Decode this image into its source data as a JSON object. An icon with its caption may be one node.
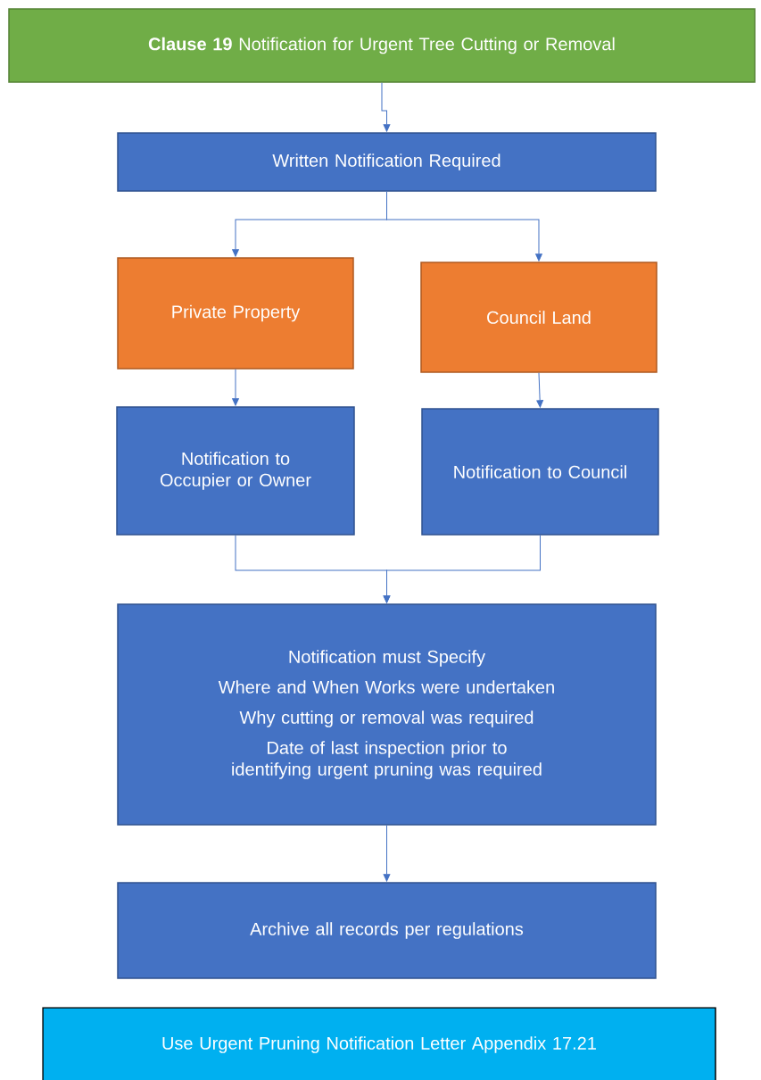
{
  "diagram": {
    "nodes": [
      {
        "text": [
          "**Clause 19** Notification for Urgent Tree Cutting or Removal"
        ]
      },
      {
        "text": [
          "Written Notification Required"
        ]
      },
      {
        "text": [
          "Private Property"
        ]
      },
      {
        "text": [
          "Council Land"
        ]
      },
      {
        "text": [
          "Notification to Occupier or Owner"
        ]
      },
      {
        "text": [
          "Notification to Council"
        ]
      },
      {
        "text": [
          "Notification must Specify",
          "Where and When Works were undertaken",
          "Why cutting or removal was required",
          "Date of last inspection prior to identifying urgent pruning was required"
        ]
      },
      {
        "text": [
          "Archive all records per regulations"
        ]
      },
      {
        "text": [
          "Use Urgent Pruning Notification Letter Appendix 17.21"
        ]
      }
    ],
    "edges": [
      {
        "from": 0,
        "to": 1,
        "arrow": "to"
      },
      {
        "from": 1,
        "to": 2,
        "arrow": "to"
      },
      {
        "from": 1,
        "to": 3,
        "arrow": "to"
      },
      {
        "from": 2,
        "to": 4,
        "arrow": "to"
      },
      {
        "from": 3,
        "to": 5,
        "arrow": "to"
      },
      {
        "from": 4,
        "to": 6,
        "arrow": "to"
      },
      {
        "from": 5,
        "to": 6,
        "arrow": "to"
      },
      {
        "from": 6,
        "to": 7,
        "arrow": "to"
      }
    ]
  }
}
